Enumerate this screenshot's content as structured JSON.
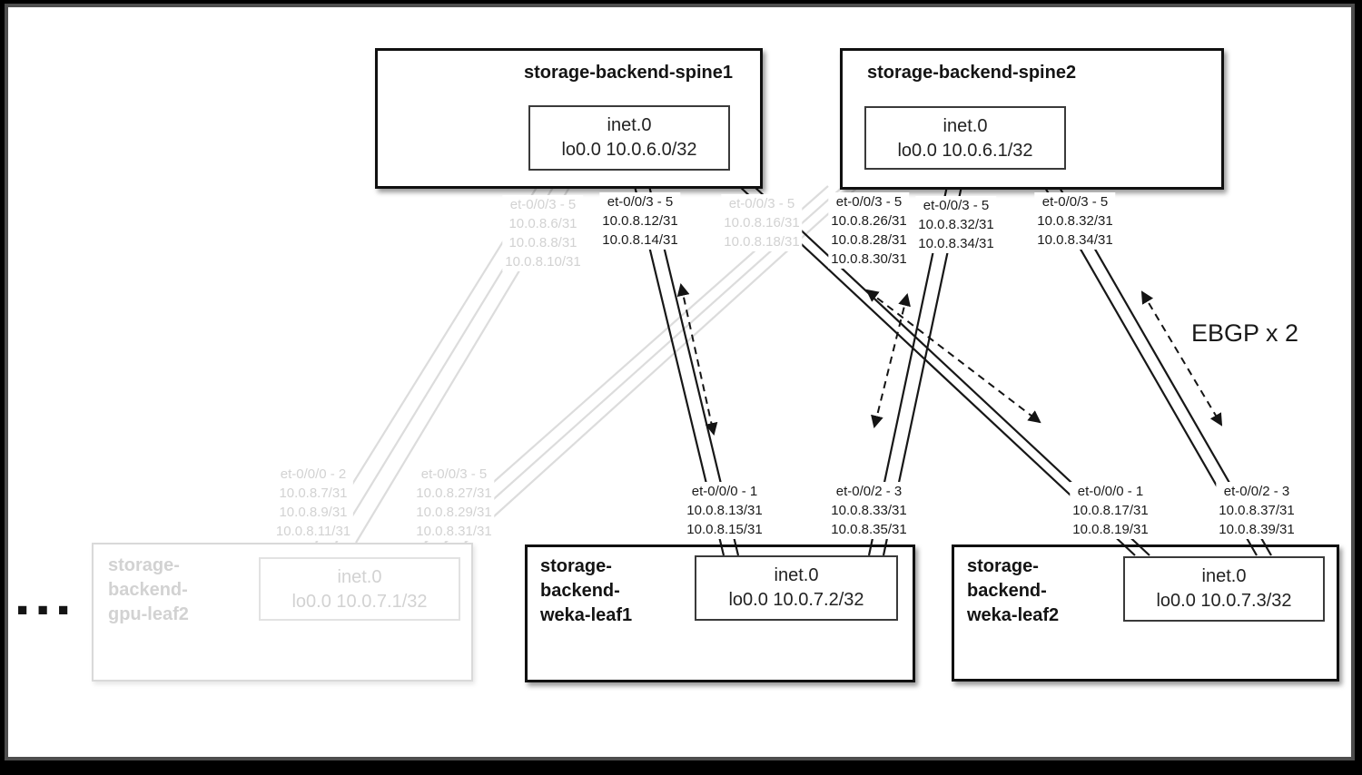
{
  "colors": {
    "ink": "#1a1a1a",
    "faded_gray": "#d6d6d6",
    "background": "#ffffff",
    "frame": "#000000"
  },
  "nodes": {
    "spine1": {
      "title": "storage-backend-spine1",
      "table": "inet.0",
      "loopback": "lo0.0 10.0.6.0/32"
    },
    "spine2": {
      "title": "storage-backend-spine2",
      "table": "inet.0",
      "loopback": "lo0.0 10.0.6.1/32"
    },
    "gpu_leaf2": {
      "title_lines": [
        "storage-",
        "backend-",
        "gpu-leaf2"
      ],
      "table": "inet.0",
      "loopback": "lo0.0 10.0.7.1/32",
      "faded": true
    },
    "weka_leaf1": {
      "title_lines": [
        "storage-",
        "backend-",
        "weka-leaf1"
      ],
      "table": "inet.0",
      "loopback": "lo0.0 10.0.7.2/32"
    },
    "weka_leaf2": {
      "title_lines": [
        "storage-",
        "backend-",
        "weka-leaf2"
      ],
      "table": "inet.0",
      "loopback": "lo0.0 10.0.7.3/32"
    }
  },
  "port_labels": [
    {
      "id": "spine1-to-gpu-leaf2",
      "tone": "gray",
      "lines": [
        "et-0/0/3 - 5",
        "10.0.8.6/31",
        "10.0.8.8/31",
        "10.0.8.10/31"
      ]
    },
    {
      "id": "spine1-to-weka-leaf1",
      "tone": "black",
      "lines": [
        "et-0/0/3 - 5",
        "10.0.8.12/31",
        "10.0.8.14/31"
      ]
    },
    {
      "id": "spine1-to-weka-leaf2",
      "tone": "gray",
      "lines": [
        "et-0/0/3 - 5",
        "10.0.8.16/31",
        "10.0.8.18/31"
      ]
    },
    {
      "id": "spine2-to-gpu-leaf2",
      "tone": "black",
      "lines": [
        "et-0/0/3 - 5",
        "10.0.8.26/31",
        "10.0.8.28/31",
        "10.0.8.30/31"
      ]
    },
    {
      "id": "spine2-to-weka-leaf1",
      "tone": "black",
      "lines": [
        "et-0/0/3 - 5",
        "10.0.8.32/31",
        "10.0.8.34/31"
      ]
    },
    {
      "id": "spine2-to-weka-leaf2",
      "tone": "black",
      "lines": [
        "et-0/0/3 - 5",
        "10.0.8.32/31",
        "10.0.8.34/31"
      ]
    },
    {
      "id": "gpu-leaf2-to-spine1",
      "tone": "gray",
      "lines": [
        "et-0/0/0 - 2",
        "10.0.8.7/31",
        "10.0.8.9/31",
        "10.0.8.11/31"
      ]
    },
    {
      "id": "gpu-leaf2-to-spine2",
      "tone": "gray",
      "lines": [
        "et-0/0/3 - 5",
        "10.0.8.27/31",
        "10.0.8.29/31",
        "10.0.8.31/31"
      ]
    },
    {
      "id": "weka-leaf1-to-spine1",
      "tone": "black",
      "lines": [
        "et-0/0/0 - 1",
        "10.0.8.13/31",
        "10.0.8.15/31"
      ]
    },
    {
      "id": "weka-leaf1-to-spine2",
      "tone": "black",
      "lines": [
        "et-0/0/2 - 3",
        "10.0.8.33/31",
        "10.0.8.35/31"
      ]
    },
    {
      "id": "weka-leaf2-to-spine1",
      "tone": "black",
      "lines": [
        "et-0/0/0 - 1",
        "10.0.8.17/31",
        "10.0.8.19/31"
      ]
    },
    {
      "id": "weka-leaf2-to-spine2",
      "tone": "black",
      "lines": [
        "et-0/0/2 - 3",
        "10.0.8.37/31",
        "10.0.8.39/31"
      ]
    }
  ],
  "annotations": {
    "ebgp_label": "EBGP x 2",
    "ellipsis_icon": "■■■"
  }
}
